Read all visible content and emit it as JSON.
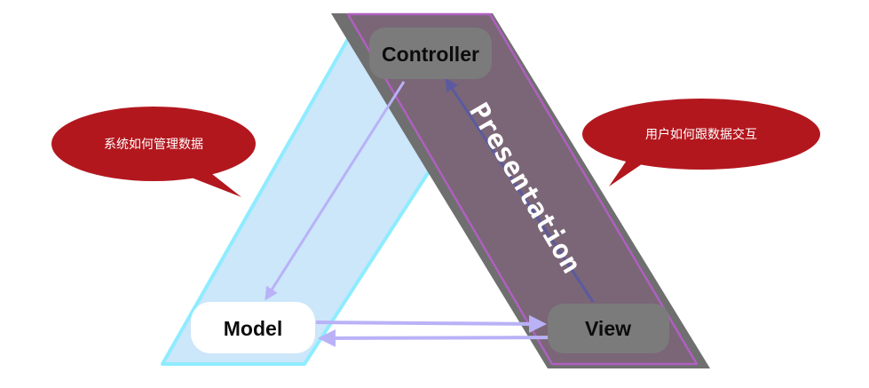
{
  "nodes": {
    "controller": "Controller",
    "model": "Model",
    "view": "View"
  },
  "band_label": "Presentation",
  "callouts": {
    "left": "系统如何管理数据",
    "right": "用户如何跟数据交互"
  },
  "colors": {
    "model_band_fill": "#cce6fa",
    "model_band_stroke": "#8eecff",
    "presentation_fill": "#6f6f6f",
    "presentation_inner": "#7a6677",
    "presentation_stroke": "#b05fc0",
    "callout_fill": "#b3171e",
    "arrow": "#b9b2f7",
    "arrow_dark": "#5b5aa0",
    "node_grey": "#7b7b7b",
    "node_white": "#ffffff"
  }
}
